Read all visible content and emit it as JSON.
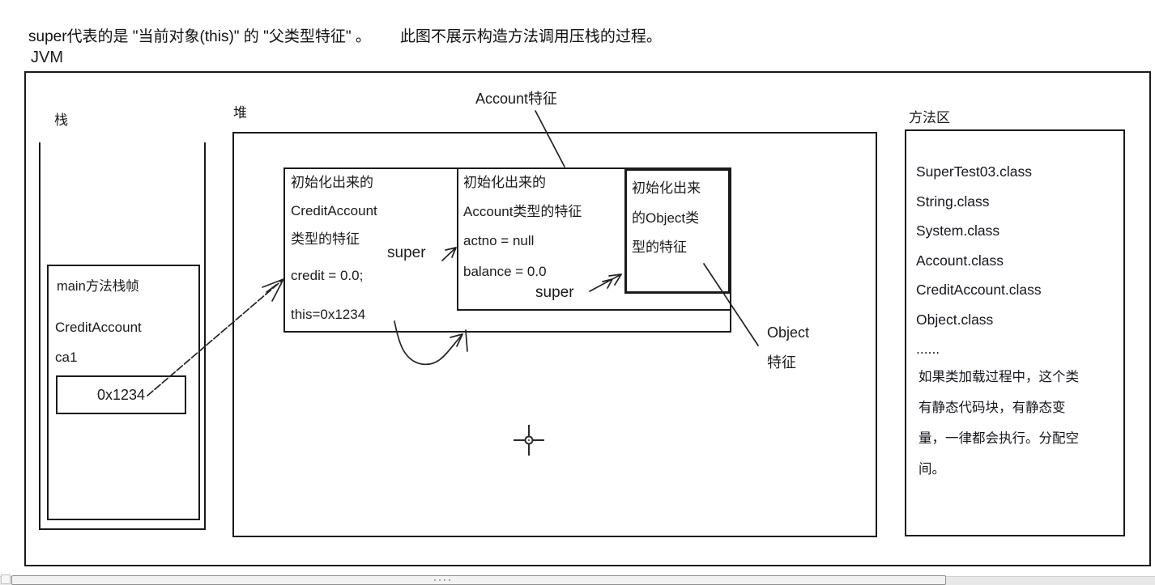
{
  "title": {
    "part1": "super代表的是 \"当前对象(this)\" 的 \"父类型特征\" 。",
    "part2": "此图不展示构造方法调用压栈的过程。"
  },
  "jvm_label": "JVM",
  "stack": {
    "label": "栈",
    "frame": {
      "title": "main方法栈帧",
      "var_type": "CreditAccount",
      "var_name": "ca1",
      "value": "0x1234"
    }
  },
  "heap": {
    "label": "堆",
    "credit_box": {
      "lines": [
        "初始化出来的",
        "CreditAccount",
        "类型的特征",
        "credit = 0.0;",
        "this=0x1234"
      ]
    },
    "account_box": {
      "lines": [
        "初始化出来的",
        "Account类型的特征",
        "actno = null",
        "balance = 0.0"
      ]
    },
    "object_box": {
      "lines": [
        "初始化出来",
        "的Object类",
        "型的特征"
      ]
    },
    "super_label_1": "super",
    "super_label_2": "super",
    "account_callout": "Account特征",
    "object_callout": {
      "line1": "Object",
      "line2": "特征"
    }
  },
  "method_area": {
    "label": "方法区",
    "classes": [
      "SuperTest03.class",
      "String.class",
      "System.class",
      "Account.class",
      "CreditAccount.class",
      "Object.class",
      "......"
    ],
    "note_lines": [
      "如果类加载过程中，这个类",
      "有静态代码块，有静态变",
      "量，一律都会执行。分配空",
      "间。"
    ]
  },
  "colors": {
    "ink": "#1a1a1a",
    "text": "#1b1b1b",
    "scrollbar_track": "#e8e8e8",
    "scrollbar_thumb": "#f2f2f2"
  }
}
